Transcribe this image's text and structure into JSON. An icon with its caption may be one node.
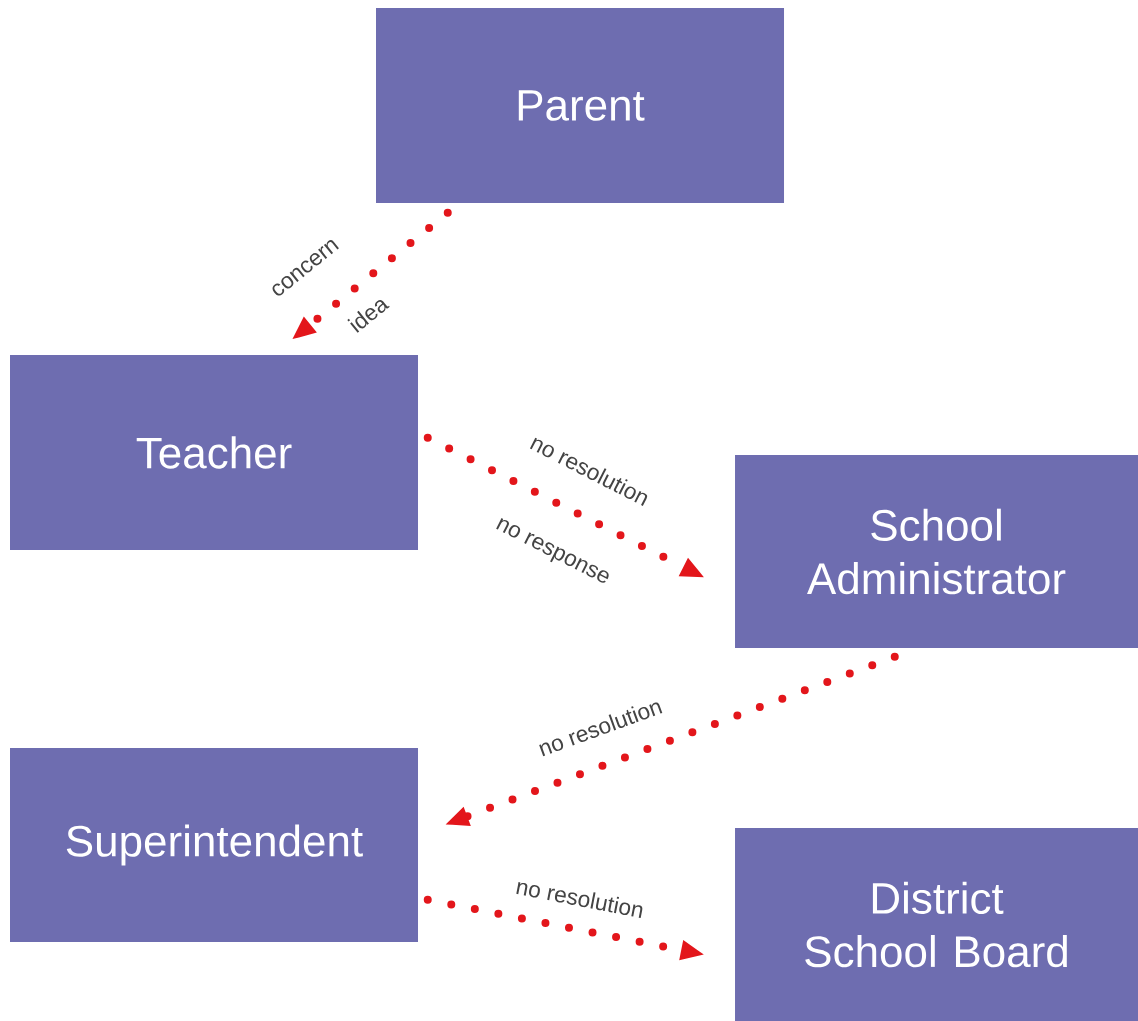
{
  "diagram": {
    "nodes": [
      {
        "text": [
          "Parent"
        ]
      },
      {
        "text": [
          "Teacher"
        ]
      },
      {
        "text": [
          "School Administrator"
        ]
      },
      {
        "text": [
          "Superintendent"
        ]
      },
      {
        "text": [
          "District School Board"
        ]
      }
    ],
    "edges": [
      {
        "from": 0,
        "to": 1,
        "arrow": "to",
        "label": "concern"
      },
      {
        "from": 1,
        "to": 2,
        "arrow": "to",
        "label": "no resolution"
      },
      {
        "from": 2,
        "to": 3,
        "arrow": "to",
        "label": "no resolution"
      },
      {
        "from": 3,
        "to": 4,
        "arrow": "to",
        "label": "no resolution"
      }
    ],
    "labels": [
      "idea",
      "no response"
    ]
  }
}
